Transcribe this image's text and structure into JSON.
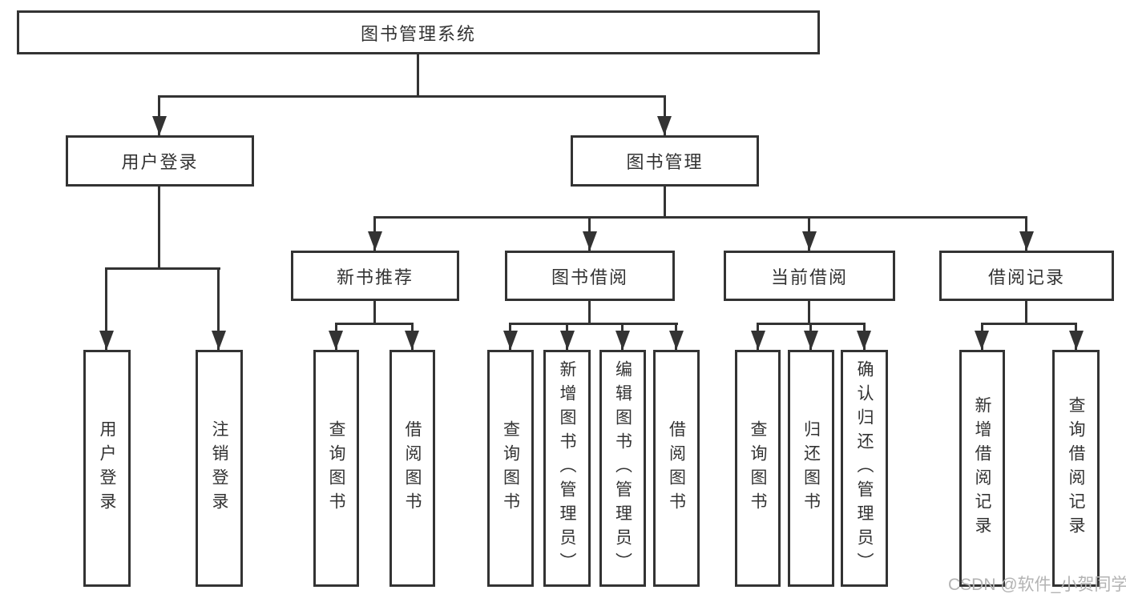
{
  "tree": {
    "root": {
      "label": "图书管理系统"
    },
    "branches": [
      {
        "label": "用户登录",
        "children": [
          {
            "label": "用户登录"
          },
          {
            "label": "注销登录"
          }
        ]
      },
      {
        "label": "图书管理",
        "children": [
          {
            "label": "新书推荐",
            "children": [
              {
                "label": "查询图书"
              },
              {
                "label": "借阅图书"
              }
            ]
          },
          {
            "label": "图书借阅",
            "children": [
              {
                "label": "查询图书"
              },
              {
                "label": "新增图书（管理员）"
              },
              {
                "label": "编辑图书（管理员）"
              },
              {
                "label": "借阅图书"
              }
            ]
          },
          {
            "label": "当前借阅",
            "children": [
              {
                "label": "查询图书"
              },
              {
                "label": "归还图书"
              },
              {
                "label": "确认归还（管理员）"
              }
            ]
          },
          {
            "label": "借阅记录",
            "children": [
              {
                "label": "新增借阅记录"
              },
              {
                "label": "查询借阅记录"
              }
            ]
          }
        ]
      }
    ]
  },
  "watermark": {
    "text": "CSDN @软件_小贺同学"
  },
  "colors": {
    "line": "#333333",
    "text": "#333333",
    "box_background": "#ffffff",
    "page_background": "#ffffff",
    "watermark": "#b3b3b3"
  }
}
